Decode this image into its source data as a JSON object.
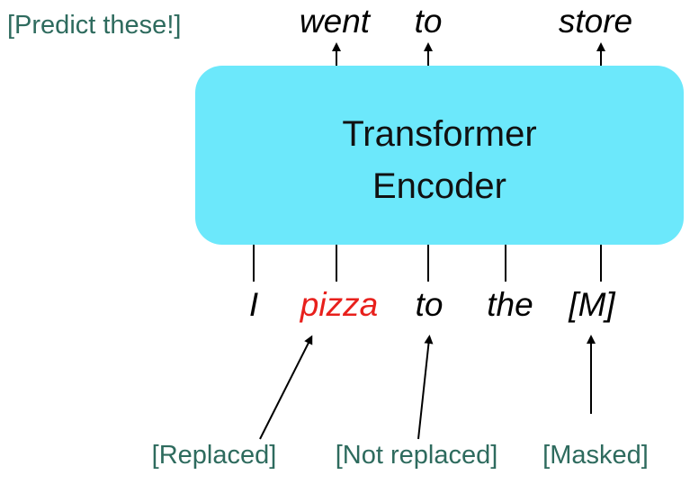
{
  "predict_label": "[Predict these!]",
  "outputs": [
    "went",
    "to",
    "store"
  ],
  "encoder": {
    "line1": "Transformer",
    "line2": "Encoder",
    "fill_color": "#6ce8fb"
  },
  "inputs": [
    "I",
    "pizza",
    "to",
    "the",
    "[M]"
  ],
  "bottom_labels": [
    "[Replaced]",
    "[Not replaced]",
    "[Masked]"
  ],
  "colors": {
    "annotation": "#2e6b5e",
    "replaced_token": "#e8201c",
    "text": "#000000"
  }
}
